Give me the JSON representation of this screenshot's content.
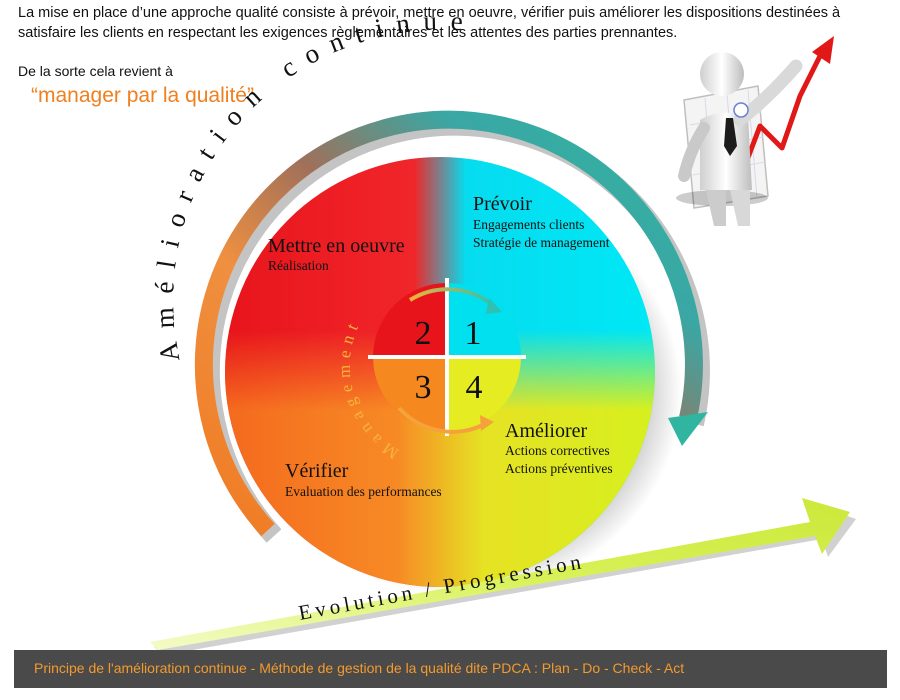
{
  "intro": {
    "paragraph": "La mise en place d’une approche qualité consiste à prévoir, mettre en oeuvre, vérifier puis améliorer les dispositions destinées à satisfaire les clients en respectant les exigences règlementaires et les attentes des parties prennantes.",
    "lead": "De la sorte cela revient à",
    "slogan": "“manager par la qualité”"
  },
  "diagram": {
    "outer_arc_label": "Amélioration continue",
    "inner_arc_label": "Management",
    "progression_label": "Evolution / Progression",
    "quadrants": [
      {
        "number": "1",
        "title": "Prévoir",
        "lines": [
          "Engagements clients",
          "Stratégie de management"
        ]
      },
      {
        "number": "2",
        "title": "Mettre en oeuvre",
        "lines": [
          "Réalisation"
        ]
      },
      {
        "number": "3",
        "title": "Vérifier",
        "lines": [
          "Evaluation des performances"
        ]
      },
      {
        "number": "4",
        "title": "Améliorer",
        "lines": [
          "Actions correctives",
          "Actions préventives"
        ]
      }
    ],
    "colors": {
      "plan": "#00e5f0",
      "do": "#e8141c",
      "check": "#f5871e",
      "act": "#d6f01e",
      "outer_arc_start": "#f08a24",
      "outer_arc_end": "#2fb5a0",
      "progression_arrow": "#d4f04a",
      "trend_line": "#e01818"
    }
  },
  "caption": {
    "text": "Principe de l'amélioration continue - Méthode de gestion de la qualité dite PDCA : Plan - Do - Check - Act"
  }
}
